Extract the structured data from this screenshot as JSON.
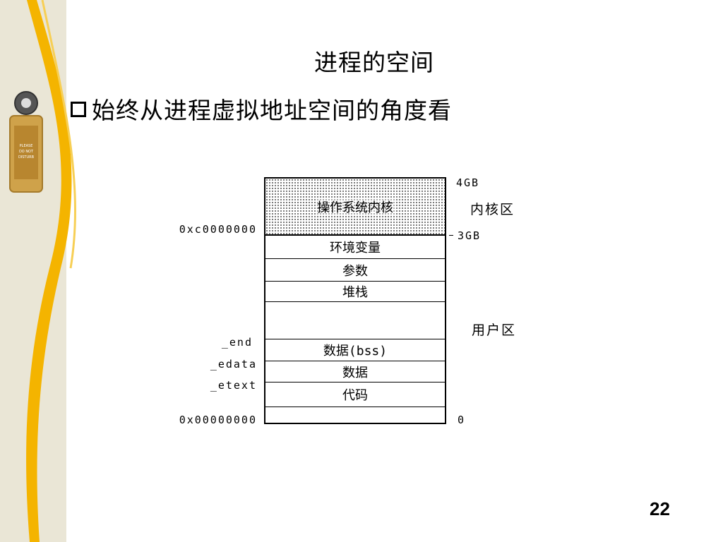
{
  "slide": {
    "title": "进程的空间",
    "bullet": "始终从进程虚拟地址空间的角度看",
    "page_number": "22",
    "door_sign_text": [
      "PLEASE",
      "DO NOT",
      "DISTURB"
    ]
  },
  "diagram": {
    "segments": [
      "操作系统内核",
      "环境变量",
      "参数",
      "堆栈",
      "",
      "数据(bss)",
      "数据",
      "代码",
      ""
    ],
    "left_labels": {
      "kernel_base": "0xc0000000",
      "end": "_end",
      "edata": "_edata",
      "etext": "_etext",
      "zero": "0x00000000"
    },
    "right_labels": {
      "top": "4GB",
      "kernel_boundary": "3GB",
      "bottom": "0"
    },
    "regions": {
      "kernel": "内核区",
      "user": "用户区"
    }
  },
  "colors": {
    "left_band": "#eae6d6",
    "swoosh": "#f4b400",
    "text": "#000000"
  }
}
